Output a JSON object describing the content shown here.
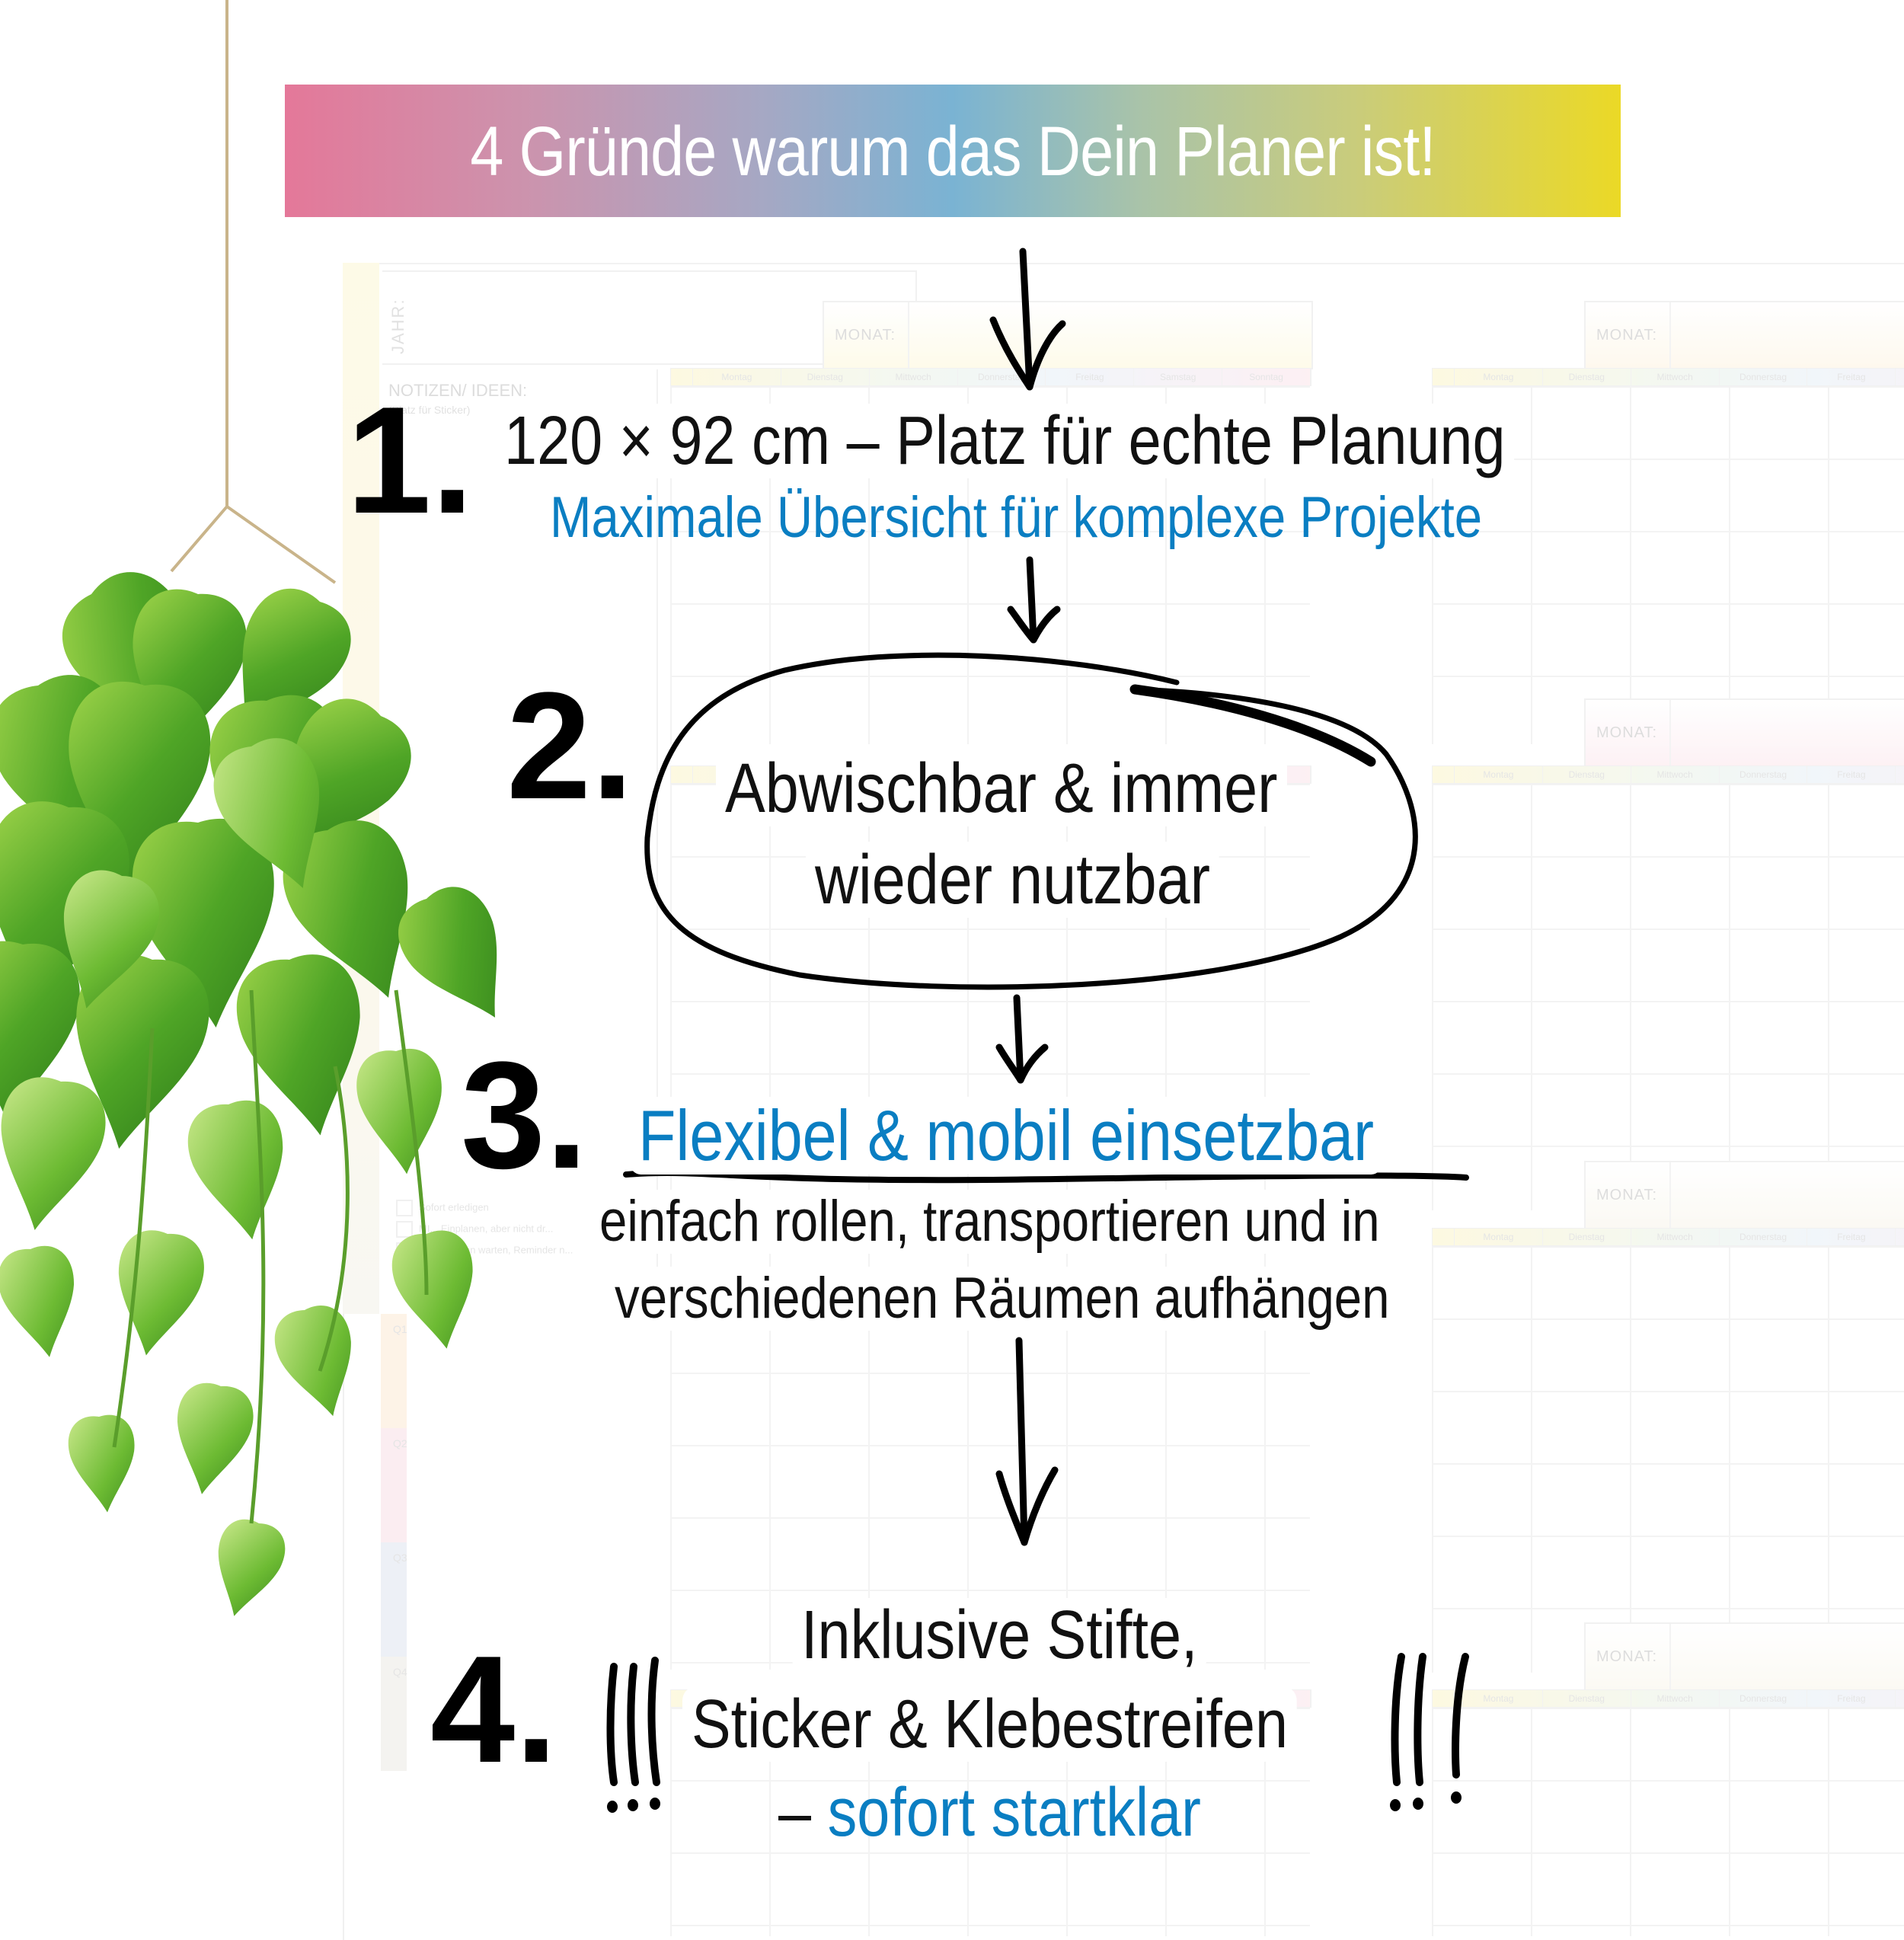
{
  "banner": {
    "title": "4 Gründe warum das Dein Planer ist!",
    "gradient_colors": [
      "#e47899",
      "#7ab3d3",
      "#ebd926"
    ]
  },
  "reasons": [
    {
      "number": "1.",
      "headline": "120 × 92 cm – Platz für echte Planung",
      "subline": "Maximale Übersicht für komplexe Projekte"
    },
    {
      "number": "2.",
      "headline_line1": "Abwischbar & immer",
      "headline_line2": "wieder nutzbar"
    },
    {
      "number": "3.",
      "headline": "Flexibel & mobil einsetzbar",
      "body_line1": "einfach rollen, transportieren und in",
      "body_line2": "verschiedenen Räumen aufhängen"
    },
    {
      "number": "4.",
      "line1": "Inklusive Stifte,",
      "line2": "Sticker & Klebestreifen",
      "line3_dash": "–",
      "line3_accent": "sofort startklar",
      "decoration": "!!!"
    }
  ],
  "planner_background": {
    "year_label": "JAHR:",
    "notes_label": "NOTIZEN/ IDEEN:",
    "notes_sub": "(Platz für Sticker)",
    "month_label": "MONAT:",
    "weekdays": [
      "Montag",
      "Dienstag",
      "Mittwoch",
      "Donnerstag",
      "Freitag",
      "Samstag",
      "Sonntag"
    ],
    "priority_items": [
      {
        "label": "Sofort erledigen"
      },
      {
        "label": "MI... Einplanen, aber nicht dr..."
      },
      {
        "label": "GERI... kann warten, Reminder n..."
      }
    ],
    "quarters": [
      "Q1",
      "Q2",
      "Q3",
      "Q4"
    ]
  },
  "colors": {
    "accent_blue": "#0a7ec2",
    "text_black": "#111111"
  }
}
